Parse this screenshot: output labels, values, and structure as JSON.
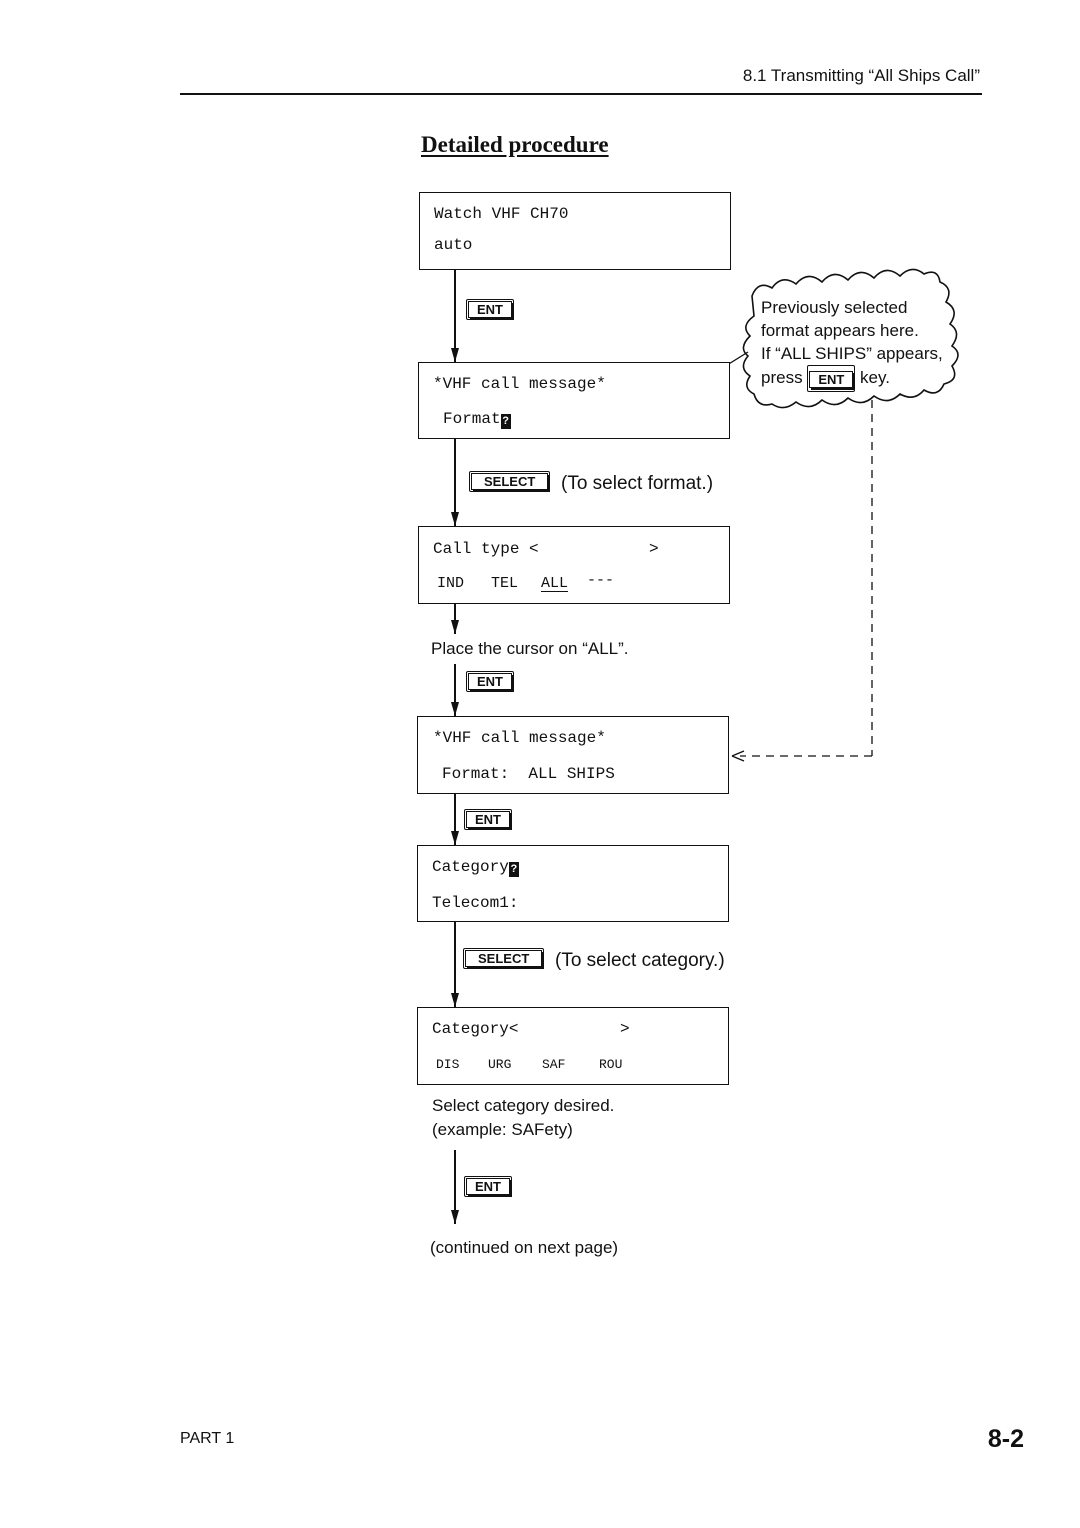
{
  "header": {
    "title": "8.1 Transmitting “All Ships Call”"
  },
  "section_title": "Detailed procedure",
  "screens": {
    "s1": {
      "line1": "Watch VHF CH70",
      "line2": "auto"
    },
    "s2": {
      "line1": "*VHF call message*",
      "line2": "Format"
    },
    "s3": {
      "line1a": "Call type <",
      "line1b": ">",
      "opt1": "IND",
      "opt2": "TEL",
      "opt3": "ALL",
      "dashes": "---"
    },
    "s4": {
      "line1": "*VHF call message*",
      "line2": "Format:  ALL SHIPS"
    },
    "s5": {
      "line1": "Category",
      "line2": "Telecom1:"
    },
    "s6": {
      "line1a": "Category<",
      "line1b": ">",
      "opt1": "DIS",
      "opt2": "URG",
      "opt3": "SAF",
      "opt4": "ROU"
    }
  },
  "cursor_glyph": "?",
  "keys": {
    "ent": "ENT",
    "select": "SELECT"
  },
  "notes": {
    "select_format": "(To select format.)",
    "place_cursor": "Place the cursor on “ALL”.",
    "select_category": "(To select category.)",
    "select_desired": "Select category desired.",
    "example": "(example: SAFety)",
    "continued": "(continued on next page)"
  },
  "bubble": {
    "line1": "Previously selected",
    "line2": "format appears here.",
    "line3": "If “ALL SHIPS” appears,",
    "line4_pre": "press",
    "line4_post": "key."
  },
  "footer": {
    "left": "PART 1",
    "right": "8-2"
  }
}
